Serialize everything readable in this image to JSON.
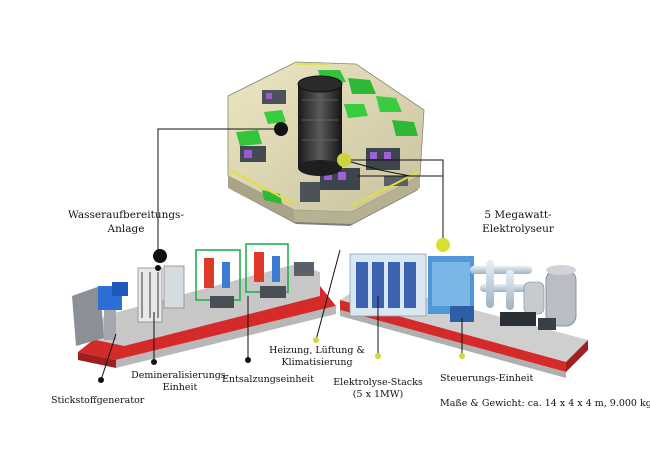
{
  "labels": {
    "water_treatment": {
      "line1": "Wasseraufbereitungs-",
      "line2": "Anlage"
    },
    "electrolyser": {
      "line1": "5 Megawatt-",
      "line2": "Elektrolyseur"
    },
    "nitrogen_generator": "Stickstoffgenerator",
    "demineralisation": {
      "line1": "Demineralisierungs-",
      "line2": "Einheit"
    },
    "desalination": "Entsalzungseinheit",
    "hvac": {
      "line1": "Heizung, Lüftung &",
      "line2": "Klimatisierung"
    },
    "electrolysis_stacks": {
      "line1": "Elektrolyse-Stacks",
      "line2": "(5 x 1MW)"
    },
    "control_unit": "Steuerungs-Einheit",
    "dimensions_weight": "Maße & Gewicht: ca. 14 x 4 x 4 m, 9.000 kg"
  },
  "colors": {
    "callout_black": "#111111",
    "callout_yellow": "#d9de34",
    "frame_red": "#d42a2a",
    "module_green": "#34c43a",
    "stack_blue": "#3d63b0"
  }
}
